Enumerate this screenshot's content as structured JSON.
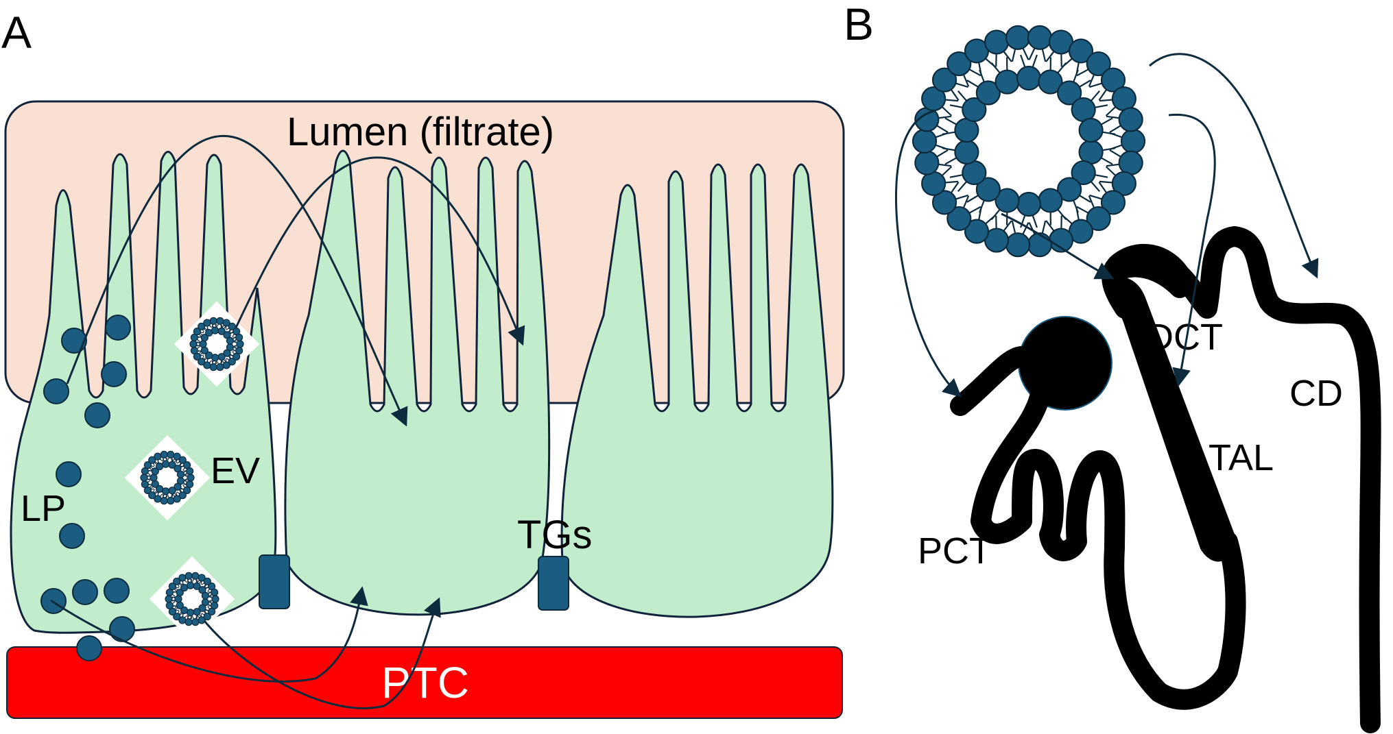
{
  "panels": {
    "a": {
      "letter": "A"
    },
    "b": {
      "letter": "B"
    }
  },
  "panel_a": {
    "lumen": "Lumen (filtrate)",
    "ptc": "PTC",
    "lp": "LP",
    "ev": "EV",
    "tgs": "TGs"
  },
  "panel_b": {
    "dct": "DCT",
    "cd": "CD",
    "tal": "TAL",
    "pct": "PCT"
  },
  "colors": {
    "lumen_fill": "#f9e0d2",
    "cell_fill": "#c2edcc",
    "ptc_fill": "#ff0000",
    "particle": "#1b5d80",
    "junction": "#1b5d80",
    "nephron": "#000000",
    "arrow": "#0e2a3d"
  },
  "icons": [
    "lipid-particle-icon",
    "extracellular-vesicle-icon",
    "arrow-icon"
  ]
}
